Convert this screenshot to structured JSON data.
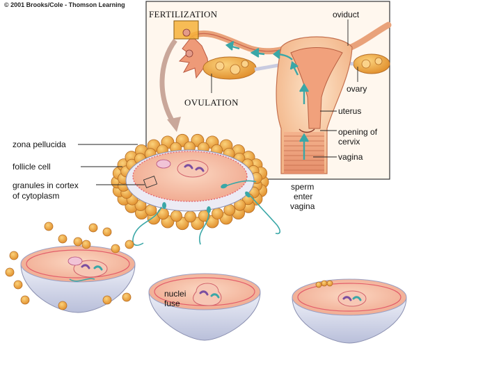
{
  "copyright": "© 2001 Brooks/Cole - Thomson Learning",
  "inset": {
    "fertilization": "FERTILIZATION",
    "ovulation": "OVULATION",
    "oviduct": "oviduct",
    "ovary": "ovary",
    "uterus": "uterus",
    "opening_of_cervix_line1": "opening of",
    "opening_of_cervix_line2": "cervix",
    "vagina": "vagina"
  },
  "egg_labels": {
    "zona_pellucida": "zona pellucida",
    "follicle_cell": "follicle cell",
    "granules_line1": "granules in cortex",
    "granules_line2": "of cytoplasm"
  },
  "sperm_enter": [
    "sperm",
    "enter",
    "vagina"
  ],
  "nuclei_fuse": [
    "nuclei",
    "fuse"
  ],
  "colors": {
    "flesh": "#f6c79c",
    "flesh_dark": "#e8966a",
    "follicle": "#f2a93b",
    "teal": "#3aa7a7",
    "membrane": "#e35d6a",
    "bowl": "#d7dcef"
  }
}
